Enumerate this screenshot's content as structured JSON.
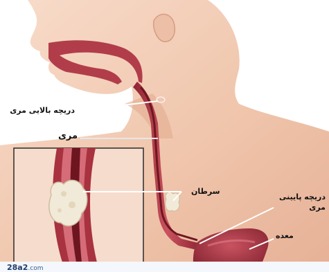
{
  "labels": {
    "upper_sphincter": "دریچه بالایی مری",
    "esophagus": "مری",
    "cancer": "سرطان",
    "lower_sphincter": "دریچه پایینی مری",
    "stomach": "معده"
  },
  "watermark": {
    "site": "28a2",
    "suffix": ".com"
  },
  "colors": {
    "skin": "#f3cfb8",
    "skin_shadow": "#e0a98e",
    "tissue": "#a8323f",
    "tissue_light": "#d56c77",
    "lumen": "#6e1620",
    "tumor": "#f2ead8",
    "label_line": "#ffffff"
  }
}
